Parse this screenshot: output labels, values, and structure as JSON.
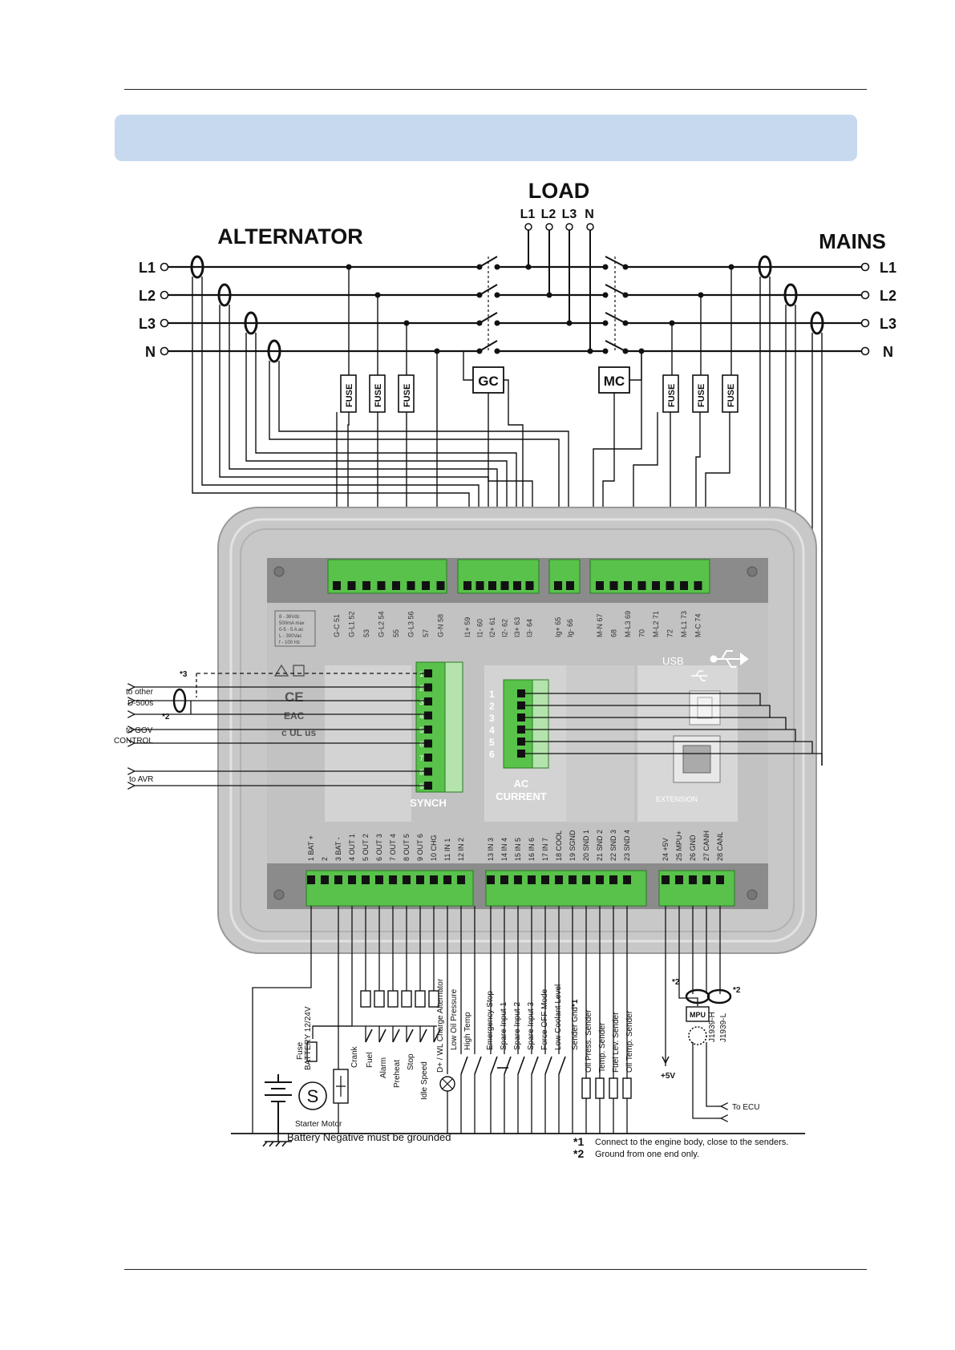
{
  "diagram": {
    "title_load": "LOAD",
    "load_phases": [
      "L1",
      "L2",
      "L3",
      "N"
    ],
    "title_alternator": "ALTERNATOR",
    "title_mains": "MAINS",
    "phases": [
      "L1",
      "L2",
      "L3",
      "N"
    ],
    "fuse_label": "FUSE",
    "gc_label": "GC",
    "mc_label": "MC",
    "top_terminals": [
      {
        "num": "51",
        "name": "G-C"
      },
      {
        "num": "52",
        "name": "G-L1"
      },
      {
        "num": "53",
        "name": ""
      },
      {
        "num": "54",
        "name": "G-L2"
      },
      {
        "num": "55",
        "name": ""
      },
      {
        "num": "56",
        "name": "G-L3"
      },
      {
        "num": "57",
        "name": ""
      },
      {
        "num": "58",
        "name": "G-N"
      },
      {
        "num": "59",
        "name": "I1+"
      },
      {
        "num": "60",
        "name": "I1-"
      },
      {
        "num": "61",
        "name": "I2+"
      },
      {
        "num": "62",
        "name": "I2-"
      },
      {
        "num": "63",
        "name": "I3+"
      },
      {
        "num": "64",
        "name": "I3-"
      },
      {
        "num": "65",
        "name": "Ig+"
      },
      {
        "num": "66",
        "name": "Ig-"
      },
      {
        "num": "67",
        "name": "M-N"
      },
      {
        "num": "68",
        "name": ""
      },
      {
        "num": "69",
        "name": "M-L3"
      },
      {
        "num": "70",
        "name": ""
      },
      {
        "num": "71",
        "name": "M-L2"
      },
      {
        "num": "72",
        "name": ""
      },
      {
        "num": "73",
        "name": "M-L1"
      },
      {
        "num": "74",
        "name": "M-C"
      }
    ],
    "bottom_terminals": [
      "1 BAT +",
      "2",
      "3 BAT -",
      "4 OUT 1",
      "5 OUT 2",
      "6 OUT 3",
      "7 OUT 4",
      "8 OUT 5",
      "9 OUT 6",
      "10 CHG",
      "11 IN 1",
      "12 IN 2",
      "13 IN 3",
      "14 IN 4",
      "15 IN 5",
      "16 IN 6",
      "17 IN 7",
      "18 COOL",
      "19 SGND",
      "20 SND 1",
      "21 SND 2",
      "22 SND 3",
      "23 SND 4",
      "24 +5V",
      "25 MPU+",
      "26 GND",
      "27 CANH",
      "28 CANL"
    ],
    "synch_label": "SYNCH",
    "synch_pins": [
      "1",
      "2",
      "3",
      "4",
      "5",
      "6",
      "7",
      "8",
      "9"
    ],
    "ac_current_label_1": "AC",
    "ac_current_label_2": "CURRENT",
    "ac_pins": [
      "1",
      "2",
      "3",
      "4",
      "5",
      "6"
    ],
    "usb_label": "USB",
    "extension_label": "EXTENSION",
    "side_labels": {
      "to_other": "to other",
      "d500s": "D-500s",
      "to_gov": "to GOV",
      "control": "CONTROL",
      "to_avr": "to AVR",
      "star3": "*3",
      "star2": "*2"
    },
    "spec_lines": [
      "8 - 36Vdc",
      "500mA max",
      "0-5 - 5 A ac",
      "L - 300Vac",
      "f - 100 Hz"
    ],
    "bottom_labels": {
      "battery": "BATTERY 12/24V",
      "fuse": "Fuse",
      "crank": "Crank",
      "starter_motor": "Starter Motor",
      "s_letter": "S",
      "fuel": "Fuel",
      "alarm": "Alarm",
      "preheat": "Preheat",
      "stop": "Stop",
      "idle_speed": "Idle Speed",
      "dplus": "D+ / WL Charge Alternator",
      "low_oil": "Low Oil Pressure",
      "high_temp": "High Temp",
      "emergency_stop": "Emergency Stop",
      "spare1": "Spare Input 1",
      "spare2": "Spare Input 2",
      "spare3": "Spare Input 3",
      "force_off": "Force OFF Mode",
      "low_coolant": "Low Coolant Level",
      "sender_gnd": "Sender Gnd",
      "sender_gnd_star": "*1",
      "oil_press": "Oil Press. Sender",
      "temp_sender": "Temp. Sender",
      "fuel_lev": "Fuel Lev. Sender",
      "oil_temp": "Oil Temp. Sender",
      "plus5v": "+5V",
      "mpu": "MPU",
      "j1939h": "J1939-H",
      "j1939l": "J1939-L",
      "to_ecu": "To ECU",
      "star2a": "*2",
      "star2b": "*2",
      "battery_neg": "Battery Negative must be grounded"
    },
    "notes": [
      {
        "mark": "*1",
        "text": "Connect to the engine body, close to the senders."
      },
      {
        "mark": "*2",
        "text": "Ground from one end only."
      }
    ]
  }
}
